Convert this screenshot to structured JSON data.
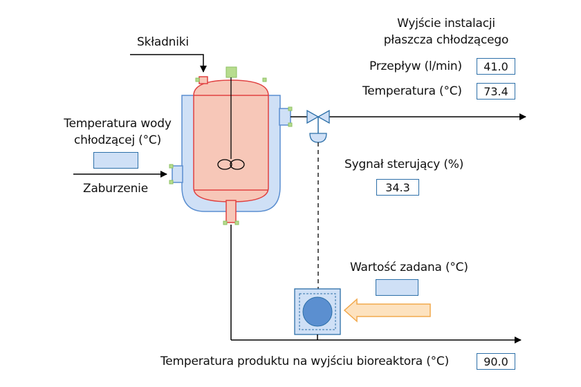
{
  "labels": {
    "ingredients": "Składniki",
    "coolant_temp_line1": "Temperatura wody",
    "coolant_temp_line2": "chłodzącej (°C)",
    "disturbance": "Zaburzenie",
    "jacket_output_line1": "Wyjście instalacji",
    "jacket_output_line2": "płaszcza chłodzącego",
    "flow": "Przepływ (l/min)",
    "temperature": "Temperatura (°C)",
    "control_signal": "Sygnał sterujący (%)",
    "setpoint": "Wartość zadana (°C)",
    "product_temp": "Temperatura produktu na wyjściu bioreaktora (°C)"
  },
  "values": {
    "flow": "41.0",
    "jacket_temperature": "73.4",
    "control_signal": "34.3",
    "product_temperature": "90.0",
    "coolant_temperature": "",
    "setpoint": ""
  },
  "colors": {
    "jacket_fill": "#cfe0f6",
    "jacket_stroke": "#5a8ed0",
    "vessel_fill": "#f7c7b8",
    "vessel_stroke": "#e04040",
    "nozzle_fill": "#b7dc8e",
    "valve_fill": "#cfe0f6",
    "controller_fill": "#cfe0f6",
    "controller_disc": "#5b8fd0",
    "setpoint_arrow_fill": "#fde2bf",
    "setpoint_arrow_stroke": "#f2a94d",
    "line": "#000000"
  }
}
